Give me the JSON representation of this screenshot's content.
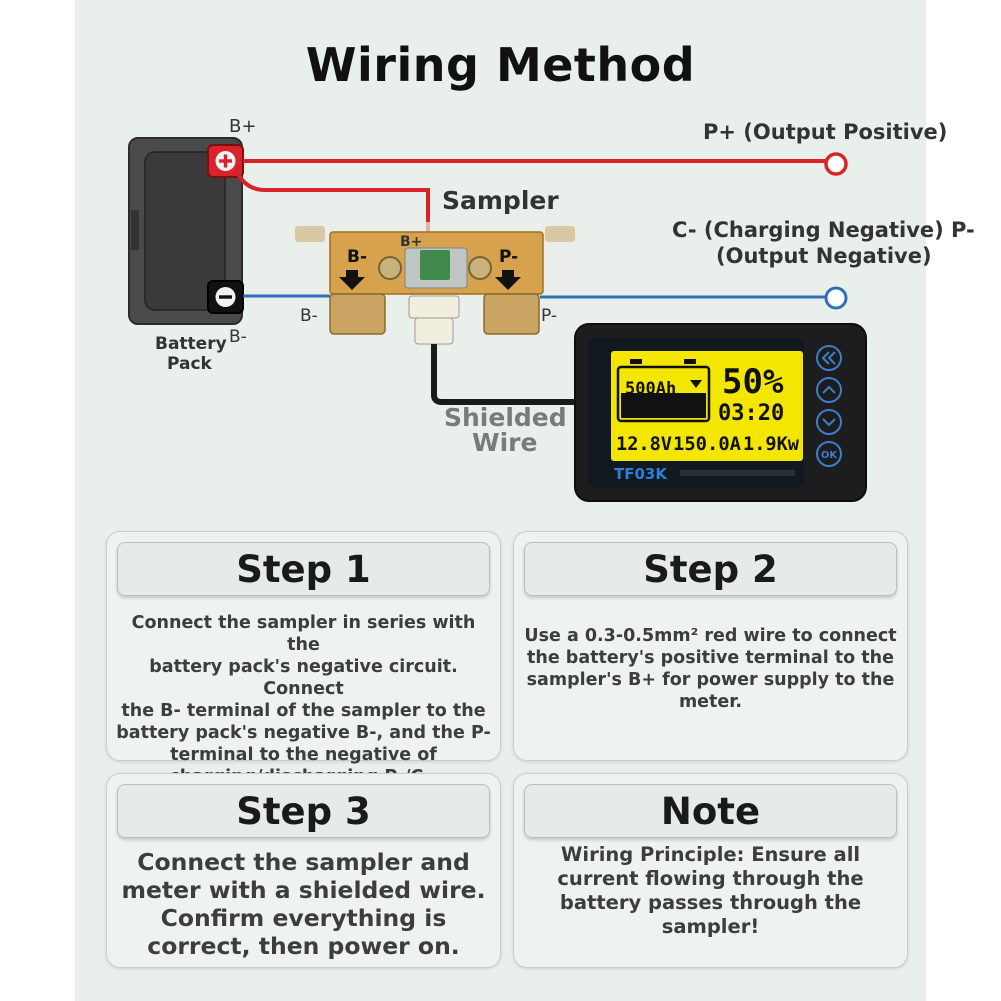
{
  "title": "Wiring Method",
  "diagram": {
    "b_plus_top": "B+",
    "battery_label_1": "Battery",
    "battery_label_2": "Pack",
    "b_minus_left": "B-",
    "b_minus_battery": "B-",
    "sampler_label": "Sampler",
    "sampler_b_plus": "B+",
    "sampler_b_minus": "B-",
    "sampler_p_minus": "P-",
    "p_minus_right": "P-",
    "p_plus_label": "P+ (Output Positive)",
    "c_minus_label_1": "C- (Charging Negative) P-",
    "c_minus_label_2": "(Output Negative)",
    "shielded_1": "Shielded",
    "shielded_2": "Wire",
    "meter": {
      "capacity": "500Ah",
      "percent": "50%",
      "time": "03:20",
      "voltage": "12.8V",
      "current": "150.0A",
      "power": "1.9Kw",
      "model": "TF03K",
      "buttons": [
        "back-button",
        "up-button",
        "down-button",
        "ok-button"
      ],
      "ok_label": "OK"
    },
    "colors": {
      "positive_wire": "#d8232a",
      "negative_wire": "#2e6fb6",
      "lcd": "#f3e600"
    }
  },
  "cards": {
    "step1": {
      "title": "Step 1",
      "lines": [
        "Connect the sampler in series with the",
        "battery pack's negative circuit. Connect",
        "the B- terminal of the sampler to the",
        "battery pack's negative B-, and the P-",
        "terminal to the negative of",
        "charging/discharging P-/C-."
      ]
    },
    "step2": {
      "title": "Step 2",
      "lines": [
        "Use a 0.3-0.5mm² red wire to connect",
        "the battery's positive terminal to the",
        "sampler's B+ for power supply to the",
        "meter."
      ]
    },
    "step3": {
      "title": "Step 3",
      "lines": [
        "Connect the sampler and",
        "meter with a shielded wire.",
        "Confirm everything is",
        "correct, then power on."
      ]
    },
    "note": {
      "title": "Note",
      "lines": [
        "Wiring Principle: Ensure all",
        "current flowing through the",
        "battery passes through the",
        "sampler!"
      ]
    }
  }
}
